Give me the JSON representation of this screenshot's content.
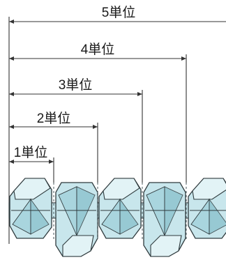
{
  "dimensions": [
    {
      "units": 5,
      "label": "5単位"
    },
    {
      "units": 4,
      "label": "4単位"
    },
    {
      "units": 3,
      "label": "3単位"
    },
    {
      "units": 2,
      "label": "2単位"
    },
    {
      "units": 1,
      "label": "1単位"
    }
  ],
  "colors": {
    "line": "#333333",
    "module_fill": "#c8e6ec",
    "module_light": "#e2f3f6",
    "module_mid": "#a9d5de",
    "module_dark": "#8fc4cf",
    "module_stroke": "#2f3a3d",
    "dash": "#4a5a5e"
  }
}
